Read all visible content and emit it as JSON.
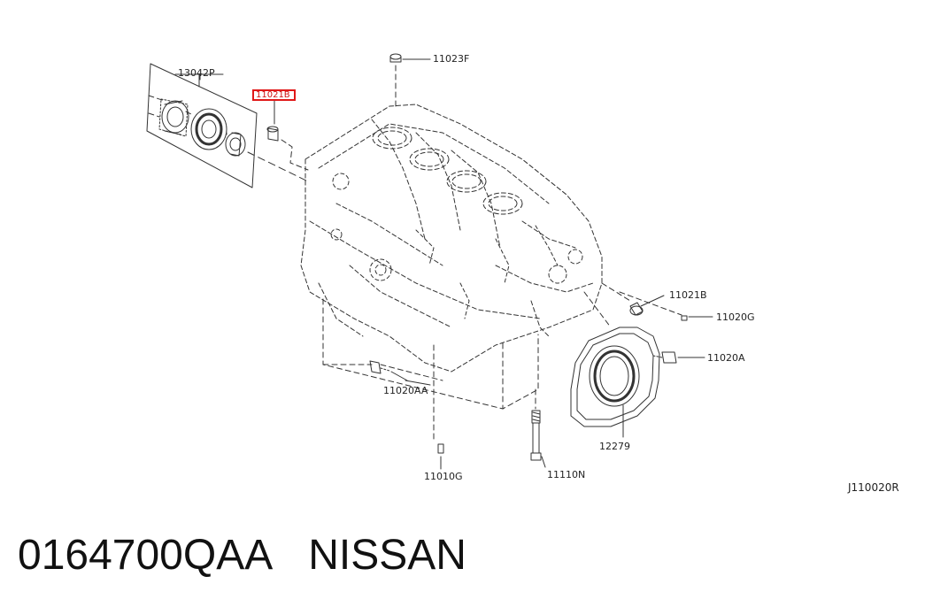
{
  "diagram": {
    "diagram_code": "J110020R",
    "labels": {
      "p13042P": "13042P",
      "p11021B_top": "11021B",
      "p11023F": "11023F",
      "p11021B_right": "11021B",
      "p11020G": "11020G",
      "p11020A": "11020A",
      "p11020AA": "11020AA",
      "p12279": "12279",
      "p11010G": "11010G",
      "p11110N": "11110N"
    }
  },
  "caption": {
    "part_number": "0164700QAA",
    "brand": "NISSAN"
  },
  "colors": {
    "line": "#333333",
    "highlight": "#e01818"
  }
}
